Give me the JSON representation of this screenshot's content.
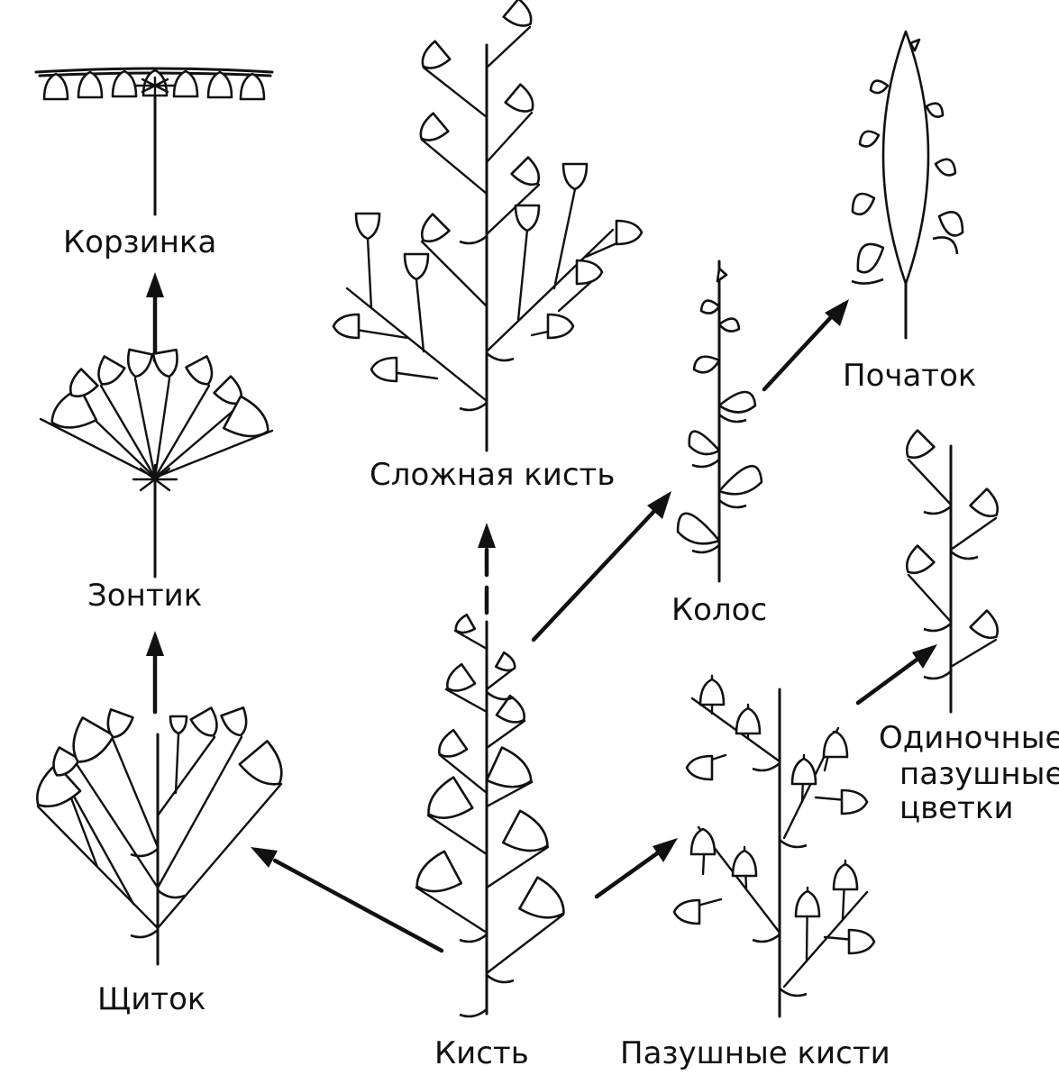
{
  "diagram": {
    "labels": {
      "korzinka": "Корзинка",
      "zontik": "Зонтик",
      "shchitok": "Щиток",
      "kist": "Кисть",
      "slozhnaya_kist": "Сложная кисть",
      "kolos": "Колос",
      "pochatok": "Початок",
      "pazushnye_kisti": "Пазушные кисти",
      "odinochnye_line1": "Одиночные",
      "odinochnye_line2": "пазушные",
      "odinochnye_line3": "цветки"
    },
    "colors": {
      "ink": "#111111",
      "paper": "#ffffff"
    }
  }
}
